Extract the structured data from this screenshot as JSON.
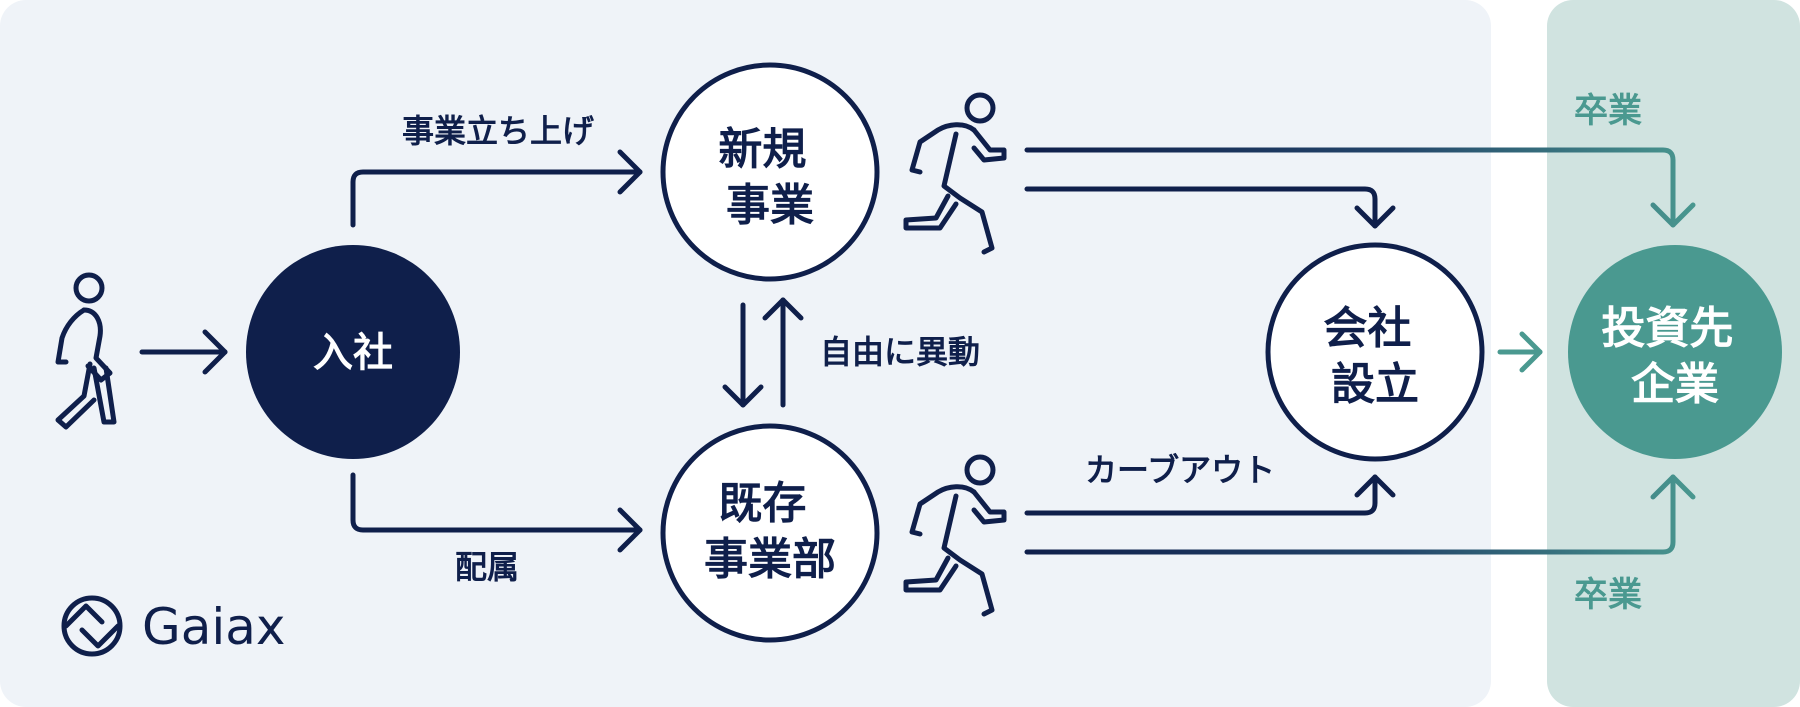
{
  "colors": {
    "navy": "#0f1f4b",
    "teal": "#4a9990",
    "left_panel_bg": "#eff3f8",
    "right_panel_bg": "#d0e3e0"
  },
  "nodes": {
    "join": "入社",
    "new_business": [
      "新規",
      "事業"
    ],
    "existing_business": [
      "既存",
      "事業部"
    ],
    "company_founding": [
      "会社",
      "設立"
    ],
    "portfolio_company": [
      "投資先",
      "企業"
    ]
  },
  "edges": {
    "launch_business": "事業立ち上げ",
    "assignment": "配属",
    "free_transfer": "自由に異動",
    "carve_out": "カーブアウト",
    "graduation_top": "卒業",
    "graduation_bottom": "卒業"
  },
  "logo": {
    "wordmark": "Gaiax",
    "icon": "gaiax-logo-icon"
  },
  "icons": {
    "walker": "walking-person-icon",
    "runner": "running-person-icon"
  }
}
